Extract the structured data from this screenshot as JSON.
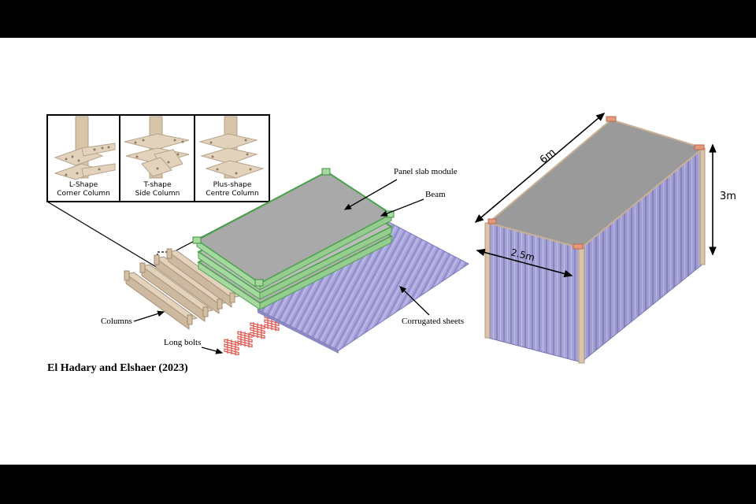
{
  "insets": [
    {
      "line1": "L-Shape",
      "line2": "Corner Column"
    },
    {
      "line1": "T-shape",
      "line2": "Side Column"
    },
    {
      "line1": "Plus-shape",
      "line2": "Centre Column"
    }
  ],
  "labels": {
    "panel_slab": "Panel slab module",
    "beam": "Beam",
    "columns": "Columns",
    "corrugated": "Corrugated sheets",
    "long_bolts": "Long bolts"
  },
  "citation": "El Hadary and Elshaer (2023)",
  "dimensions": {
    "length": "6m",
    "height": "3m",
    "width": "2.5m"
  },
  "colors": {
    "background": "#ffffff",
    "letterbox": "#000000",
    "slab": "#a9a9a9",
    "beam": "#a8dca3",
    "corrugated": "#a9a6dc",
    "column": "#ddcab2",
    "bolts": "#e8665e"
  }
}
